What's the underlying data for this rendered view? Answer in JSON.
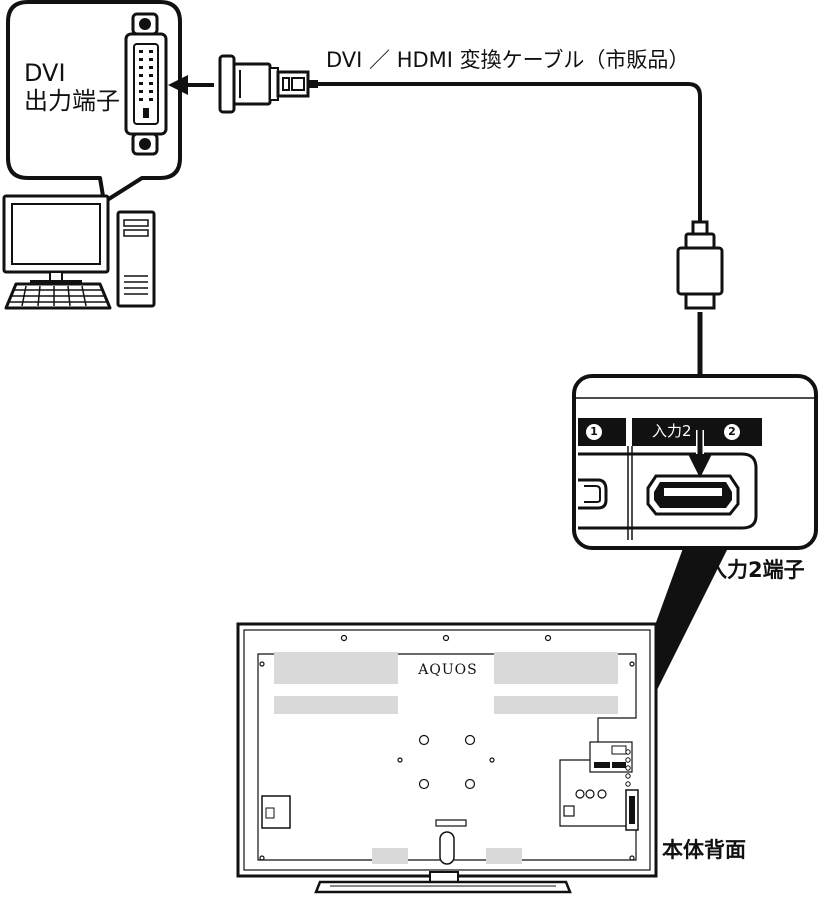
{
  "pc_callout": {
    "label_line1": "DVI",
    "label_line2": "出力端子"
  },
  "cable": {
    "label": "DVI ／ HDMI 変換ケーブル（市販品）"
  },
  "tv_port_callout": {
    "tab_left_number": "1",
    "tab_right_label": "入力2",
    "tab_right_number": "2",
    "caption": "入力2端子"
  },
  "tv": {
    "brand": "AQUOS",
    "caption": "本体背面"
  },
  "colors": {
    "line": "#111111",
    "vent_gray": "#d9d9d9",
    "background": "#ffffff"
  }
}
